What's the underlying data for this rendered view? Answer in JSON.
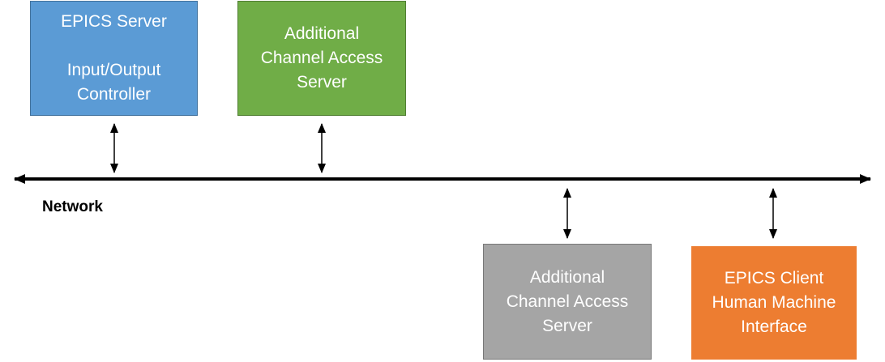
{
  "network": {
    "label": "Network"
  },
  "nodes": {
    "ioc": {
      "lines_a": [
        "EPICS Server"
      ],
      "lines_b": [
        "Input/Output",
        "Controller"
      ],
      "color": "#5b9bd5"
    },
    "cas_top": {
      "lines": [
        "Additional",
        "Channel Access",
        "Server"
      ],
      "color": "#70ad47"
    },
    "cas_bottom": {
      "lines": [
        "Additional",
        "Channel Access",
        "Server"
      ],
      "color": "#a5a5a5"
    },
    "hmi": {
      "lines": [
        "EPICS Client",
        "Human Machine",
        "Interface"
      ],
      "color": "#ed7d31"
    }
  },
  "connectors": {
    "style": "double-headed arrow",
    "color": "#000000"
  }
}
